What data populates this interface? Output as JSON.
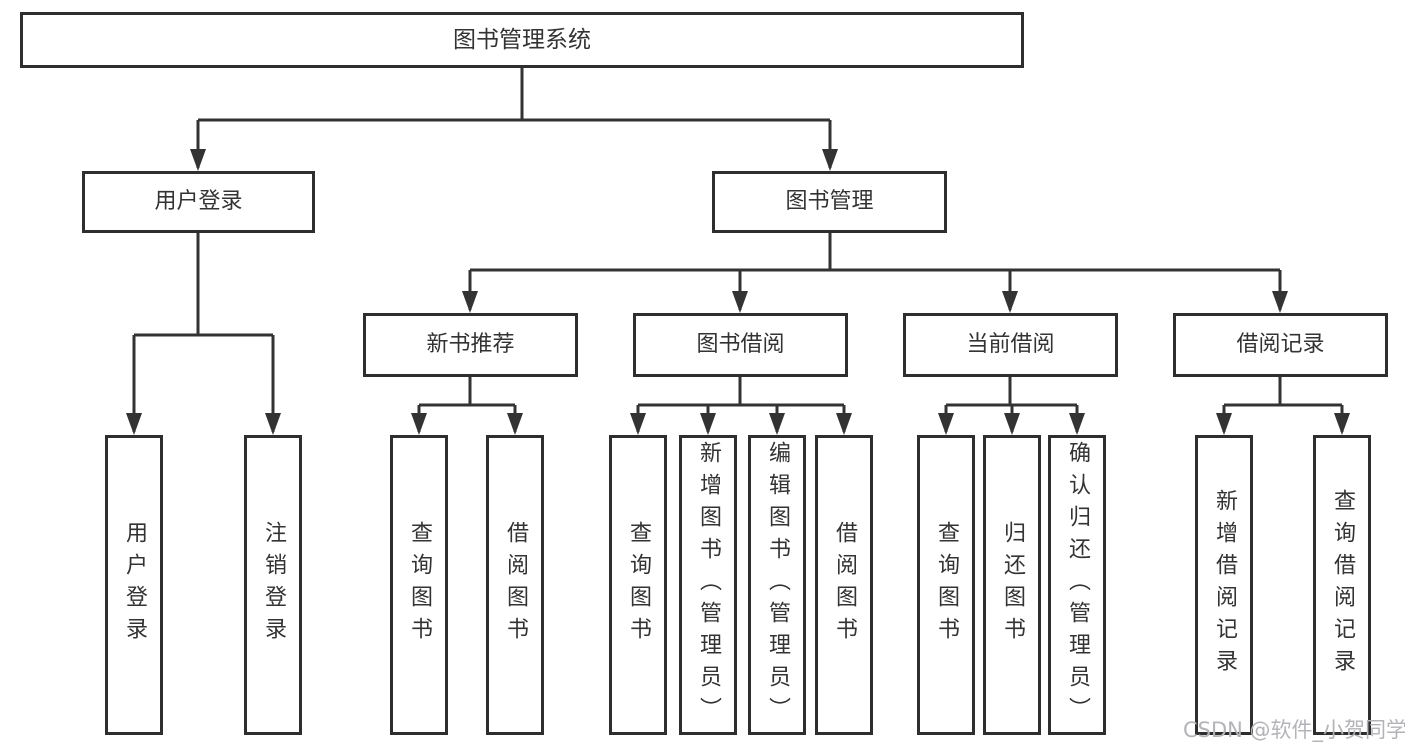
{
  "tree": {
    "root": {
      "label": "图书管理系统"
    },
    "branches": [
      {
        "label": "用户登录",
        "children": [
          {
            "label": "用户登录"
          },
          {
            "label": "注销登录"
          }
        ]
      },
      {
        "label": "图书管理",
        "groups": [
          {
            "label": "新书推荐",
            "children": [
              {
                "label": "查询图书"
              },
              {
                "label": "借阅图书"
              }
            ]
          },
          {
            "label": "图书借阅",
            "children": [
              {
                "label": "查询图书"
              },
              {
                "label": "新增图书（管理员）"
              },
              {
                "label": "编辑图书（管理员）"
              },
              {
                "label": "借阅图书"
              }
            ]
          },
          {
            "label": "当前借阅",
            "children": [
              {
                "label": "查询图书"
              },
              {
                "label": "归还图书"
              },
              {
                "label": "确认归还（管理员）"
              }
            ]
          },
          {
            "label": "借阅记录",
            "children": [
              {
                "label": "新增借阅记录"
              },
              {
                "label": "查询借阅记录"
              }
            ]
          }
        ]
      }
    ]
  },
  "watermark": "CSDN @软件_小贺同学",
  "colors": {
    "line": "#333333",
    "box_border": "#2e2e2e",
    "text": "#333333",
    "background": "#ffffff",
    "watermark": "#b4b4b8"
  }
}
